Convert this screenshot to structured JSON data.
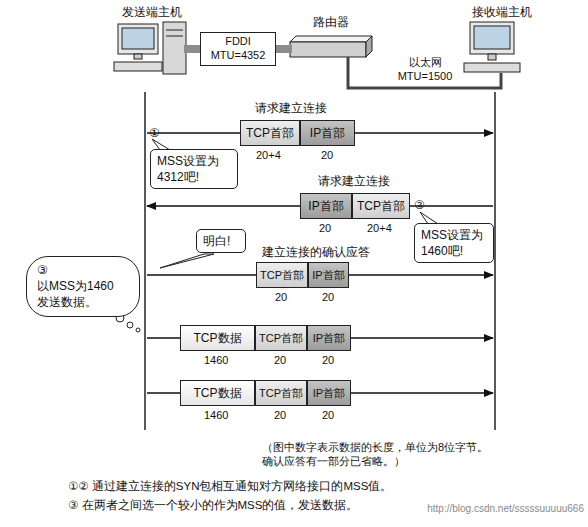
{
  "diagram": {
    "nodes": [
      {
        "text": [
          "发送端主机"
        ]
      },
      {
        "text": [
          "路由器"
        ]
      },
      {
        "text": [
          "接收端主机"
        ]
      },
      {
        "text": [
          "TCP首部"
        ]
      },
      {
        "text": [
          "IP首部"
        ]
      },
      {
        "text": [
          "MSS设置为 4312吧!"
        ]
      },
      {
        "text": [
          "IP首部"
        ]
      },
      {
        "text": [
          "TCP首部"
        ]
      },
      {
        "text": [
          "MSS设置为 1460吧!"
        ]
      },
      {
        "text": [
          "明白!"
        ]
      },
      {
        "text": [
          "TCP首部"
        ]
      },
      {
        "text": [
          "IP首部"
        ]
      },
      {
        "text": [
          "③",
          "以MSS为1460 发送数据。"
        ]
      },
      {
        "text": [
          "TCP数据"
        ]
      },
      {
        "text": [
          "TCP首部"
        ]
      },
      {
        "text": [
          "IP首部"
        ]
      },
      {
        "text": [
          "TCP数据"
        ]
      },
      {
        "text": [
          "TCP首部"
        ]
      },
      {
        "text": [
          "IP首部"
        ]
      }
    ],
    "edges": [
      {
        "from": 0,
        "to": 1,
        "label": "FDDI MTU=4352",
        "arrow": "none"
      },
      {
        "from": 1,
        "to": 2,
        "label": "以太网 MTU=1500",
        "arrow": "none"
      }
    ],
    "labels": [
      "①",
      "请求建立连接",
      "20+4",
      "20",
      "②",
      "请求建立连接",
      "20",
      "20+4",
      "建立连接的确认应答",
      "20",
      "20",
      "1460",
      "20",
      "20",
      "1460",
      "20",
      "20",
      "（图中数字表示数据的长度，单位为8位字节。 确认应答有一部分已省略。）",
      "①② 通过建立连接的SYN包相互通知对方网络接口的MSS值。",
      "③ 在两者之间选一个较小的作为MSS的值，发送数据。",
      "http://blog.csdn.net/sssssuuuuu666"
    ]
  }
}
